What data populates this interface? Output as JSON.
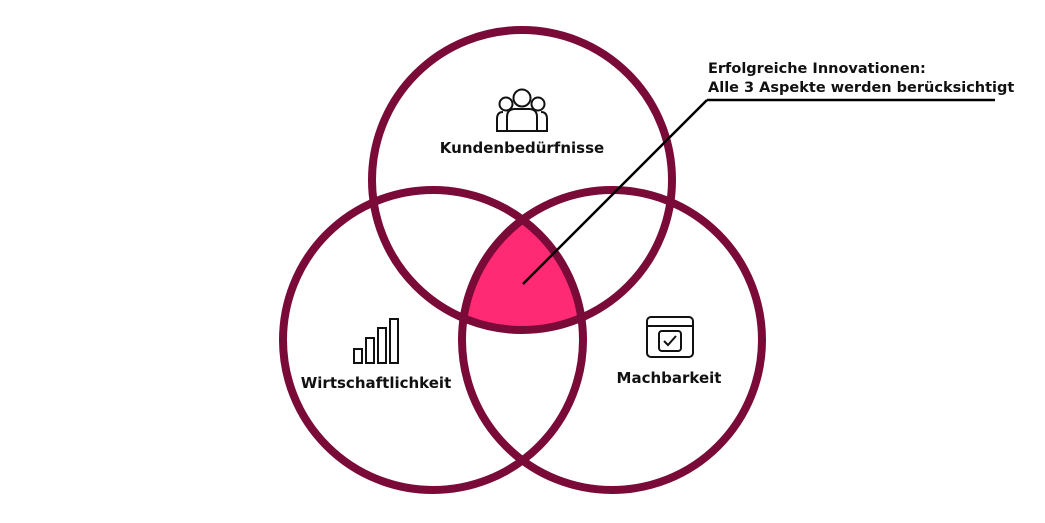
{
  "colors": {
    "ring": "#7a0a37",
    "intersection": "#ff2a73",
    "text": "#111111",
    "line": "#000000"
  },
  "circles": [
    {
      "label": "Kundenbedürfnisse",
      "icon": "people-group-icon"
    },
    {
      "label": "Wirtschaftlichkeit",
      "icon": "bar-chart-icon"
    },
    {
      "label": "Machbarkeit",
      "icon": "calendar-check-icon"
    }
  ],
  "callout": {
    "line1": "Erfolgreiche Innovationen:",
    "line2": "Alle 3 Aspekte werden berücksichtigt"
  }
}
